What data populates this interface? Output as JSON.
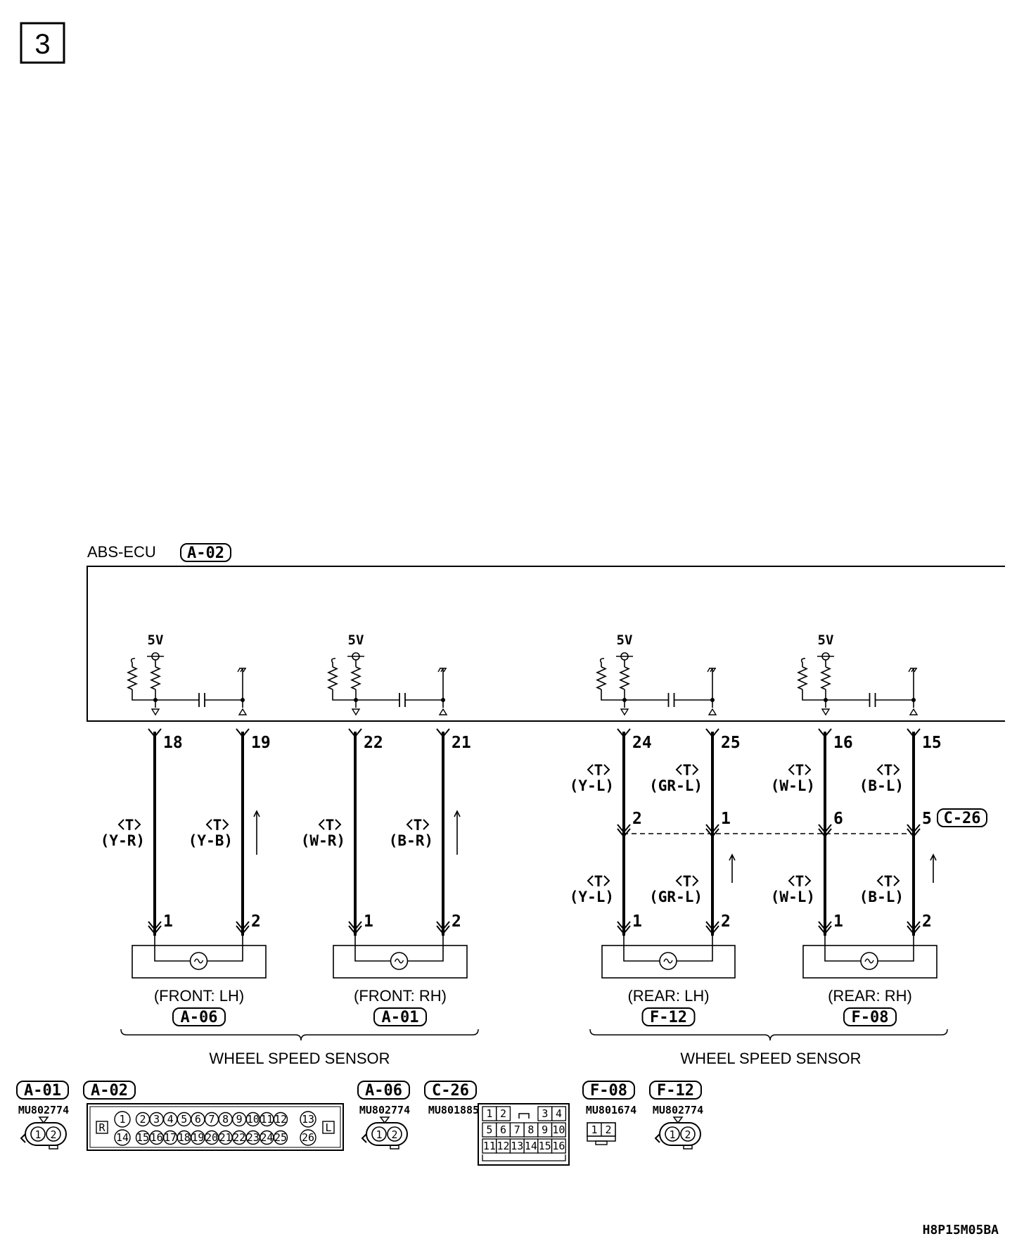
{
  "page_number": "3",
  "ecu": {
    "label": "ABS-ECU",
    "connector": "A-02",
    "voltage": "5V"
  },
  "circuits": [
    {
      "id": "front-lh",
      "ecu_pins": [
        "18",
        "19"
      ],
      "wires": [
        "(Y-R)",
        "(Y-B)"
      ],
      "sensor_pins": [
        "1",
        "2"
      ],
      "sensor_label": "(FRONT: LH)",
      "sensor_connector": "A-06"
    },
    {
      "id": "front-rh",
      "ecu_pins": [
        "22",
        "21"
      ],
      "wires": [
        "(W-R)",
        "(B-R)"
      ],
      "sensor_pins": [
        "1",
        "2"
      ],
      "sensor_label": "(FRONT: RH)",
      "sensor_connector": "A-01"
    },
    {
      "id": "rear-lh",
      "ecu_pins": [
        "24",
        "25"
      ],
      "wires": [
        "(Y-L)",
        "(GR-L)"
      ],
      "junction_pins": [
        "2",
        "1"
      ],
      "lower_wires": [
        "(Y-L)",
        "(GR-L)"
      ],
      "sensor_pins": [
        "1",
        "2"
      ],
      "sensor_label": "(REAR: LH)",
      "sensor_connector": "F-12"
    },
    {
      "id": "rear-rh",
      "ecu_pins": [
        "16",
        "15"
      ],
      "wires": [
        "(W-L)",
        "(B-L)"
      ],
      "junction_pins": [
        "6",
        "5"
      ],
      "lower_wires": [
        "(W-L)",
        "(B-L)"
      ],
      "sensor_pins": [
        "1",
        "2"
      ],
      "sensor_label": "(REAR: RH)",
      "sensor_connector": "F-08"
    }
  ],
  "wire_tag": "T",
  "junction_connector": "C-26",
  "group_labels": [
    "WHEEL SPEED SENSOR",
    "WHEEL SPEED SENSOR"
  ],
  "legend": {
    "a01": {
      "id": "A-01",
      "part": "MU802774",
      "pins": [
        "1",
        "2"
      ]
    },
    "a02": {
      "id": "A-02",
      "part": "",
      "side_r": "R",
      "side_l": "L",
      "row1": [
        "1",
        "2",
        "3",
        "4",
        "5",
        "6",
        "7",
        "8",
        "9",
        "10",
        "11",
        "12",
        "13"
      ],
      "row2": [
        "14",
        "15",
        "16",
        "17",
        "18",
        "19",
        "20",
        "21",
        "22",
        "23",
        "24",
        "25",
        "26"
      ]
    },
    "a06": {
      "id": "A-06",
      "part": "MU802774",
      "pins": [
        "1",
        "2"
      ]
    },
    "c26": {
      "id": "C-26",
      "part": "MU801885",
      "row1": [
        "1",
        "2",
        "3",
        "4"
      ],
      "row2": [
        "5",
        "6",
        "7",
        "8",
        "9",
        "10"
      ],
      "row3": [
        "11",
        "12",
        "13",
        "14",
        "15",
        "16"
      ]
    },
    "f08": {
      "id": "F-08",
      "part": "MU801674",
      "pins": [
        "1",
        "2"
      ]
    },
    "f12": {
      "id": "F-12",
      "part": "MU802774",
      "pins": [
        "1",
        "2"
      ]
    }
  },
  "drawing_code": "H8P15M05BA"
}
